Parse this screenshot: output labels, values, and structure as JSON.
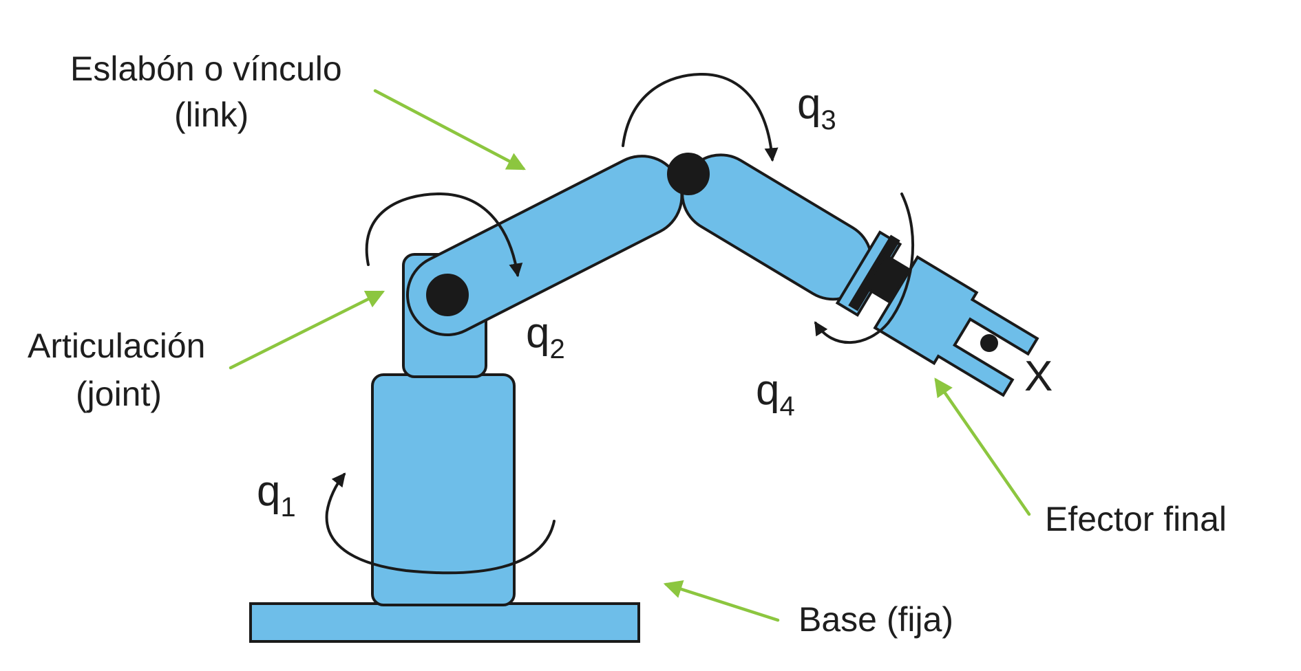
{
  "labels": {
    "link_line1": "Eslabón o vínculo",
    "link_line2": "(link)",
    "joint_line1": "Articulación",
    "joint_line2": "(joint)",
    "end_effector": "Efector final",
    "base": "Base (fija)"
  },
  "joint_variables": [
    {
      "symbol": "q",
      "index": "1"
    },
    {
      "symbol": "q",
      "index": "2"
    },
    {
      "symbol": "q",
      "index": "3"
    },
    {
      "symbol": "q",
      "index": "4"
    }
  ],
  "end_point_label": "X",
  "colors": {
    "robot_fill": "#6ebee9",
    "outline": "#1a1a1a",
    "joint_pin": "#1a1a1a",
    "callout_arrow": "#8cc63f",
    "rotation_arrow": "#1a1a1a",
    "text": "#1e1e1e",
    "background": "#ffffff"
  },
  "icons": {
    "rotation": "curved-rotation-arrow-icon",
    "callout": "pointer-arrow-icon",
    "joint": "pivot-pin-icon"
  }
}
